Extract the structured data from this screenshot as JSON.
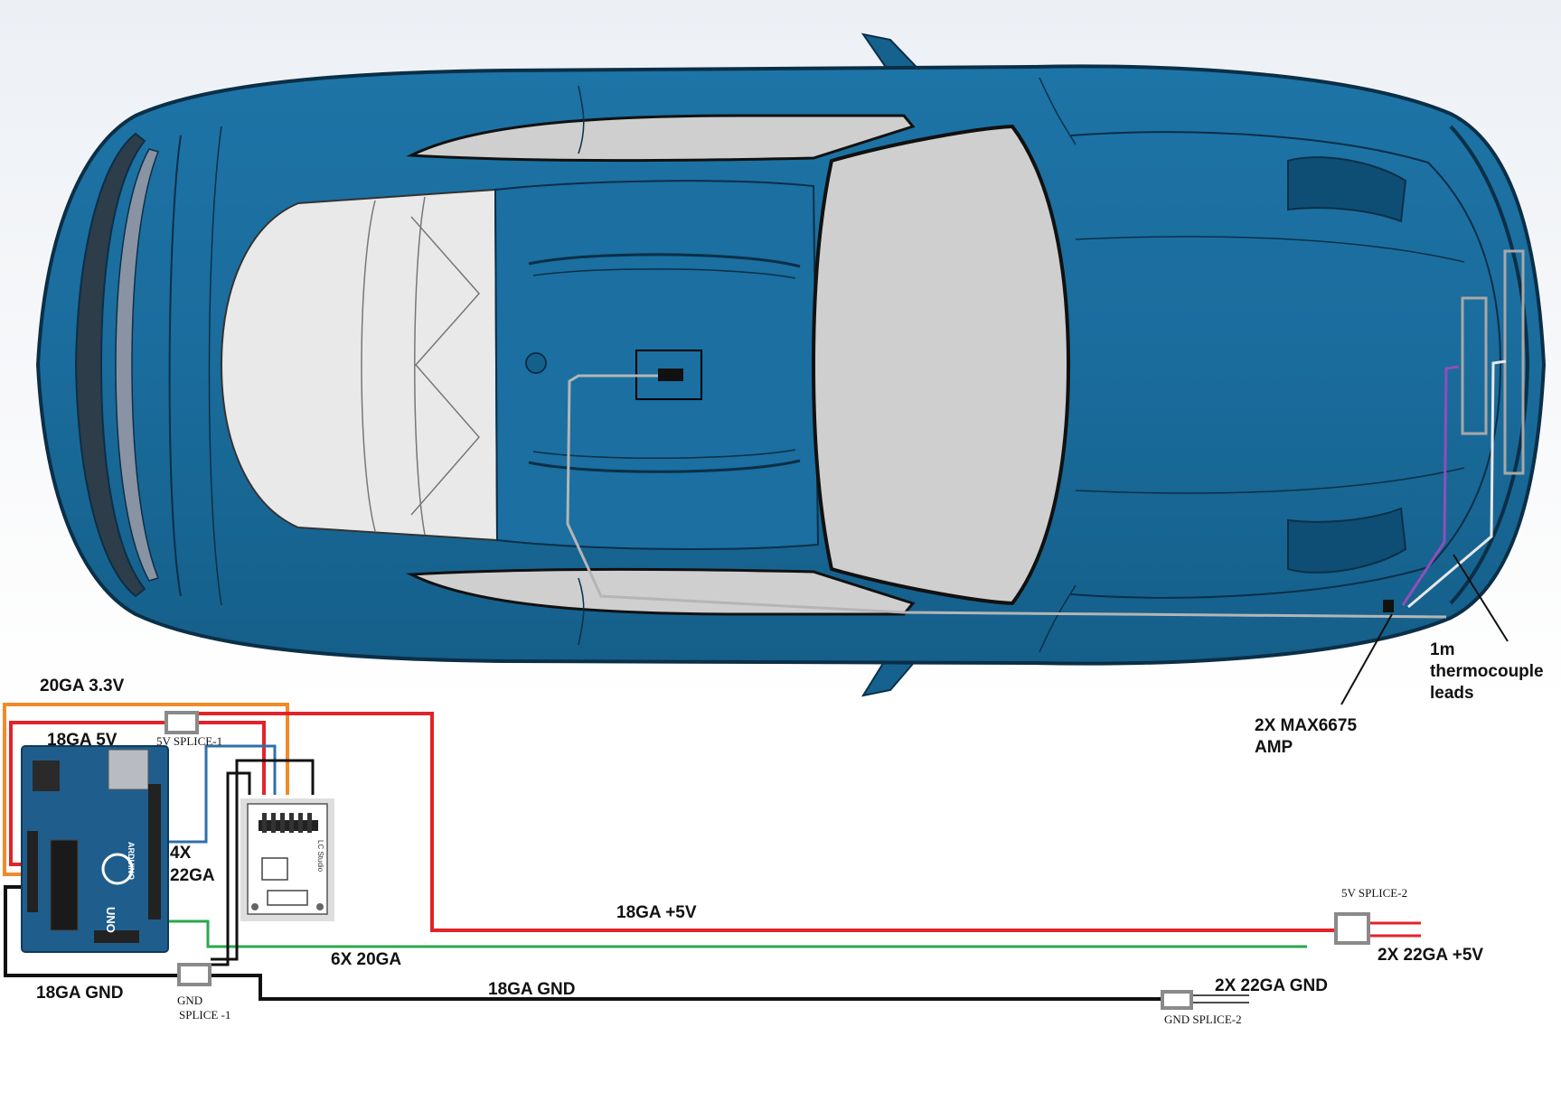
{
  "labels": {
    "thermocouple": [
      "1m",
      "thermocouple",
      "leads"
    ],
    "amp": [
      "2X MAX6675",
      "AMP"
    ],
    "wire_3v3": "20GA 3.3V",
    "wire_5v_main": "18GA 5V",
    "splice_5v_1": "5V SPLICE-1",
    "wire_4x22": [
      "4X",
      "22GA"
    ],
    "wire_18_5v": "18GA +5V",
    "splice_5v_2": "5V SPLICE-2",
    "wire_2x22_5v": "2X 22GA +5V",
    "wire_6x20": "6X 20GA",
    "wire_gnd_left": "18GA GND",
    "splice_gnd_1": [
      "GND",
      "SPLICE -1"
    ],
    "wire_gnd_mid": "18GA GND",
    "wire_2x22_gnd": "2X 22GA GND",
    "splice_gnd_2": "GND SPLICE-2",
    "arduino_brand": "ARDUINO",
    "arduino_model": "UNO",
    "module_brand": "LC Studio"
  },
  "colors": {
    "car_body": "#1a6c9c",
    "car_dark": "#0f4e74",
    "glass": "#c9c9c9",
    "wire_orange": "#f28a28",
    "wire_red": "#e2232a",
    "wire_blue": "#2f6fa8",
    "wire_green": "#2aa84a",
    "wire_black": "#111111",
    "wire_purple": "#8e4fb8",
    "wire_grey": "#9a9a9a",
    "splice": "#8a8a8a"
  }
}
